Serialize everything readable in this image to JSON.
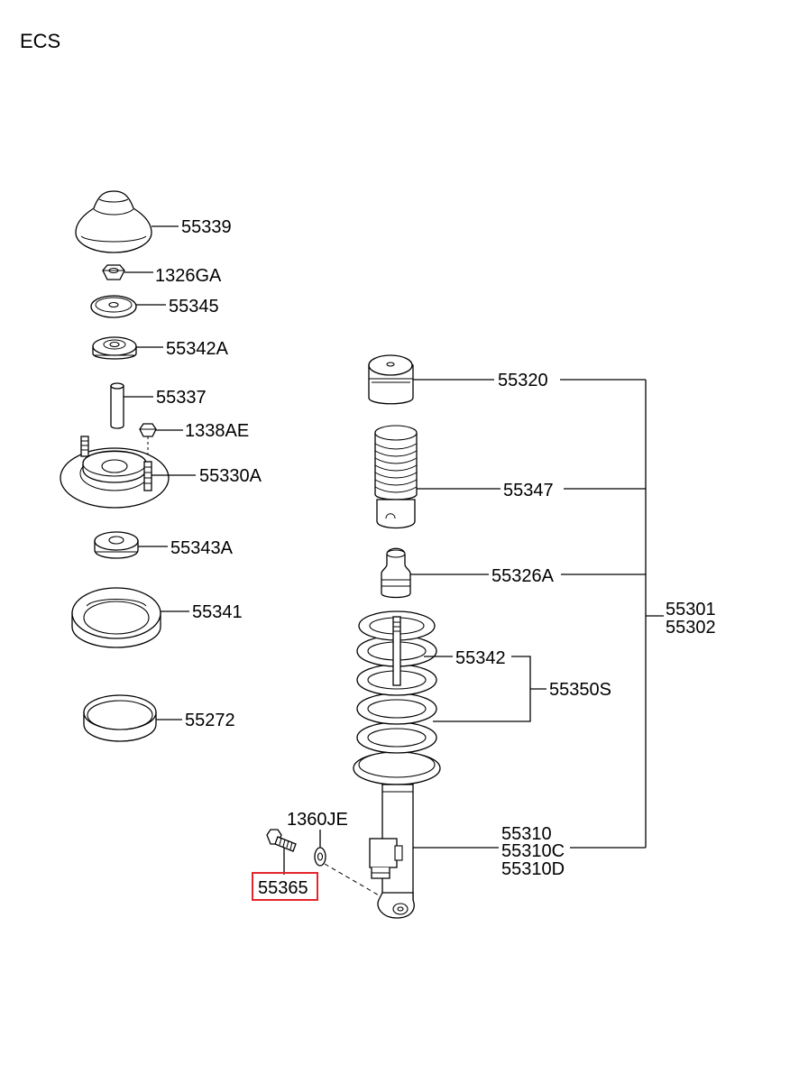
{
  "title": "ECS",
  "highlight_color": "#e3262b",
  "parts": {
    "p55339": "55339",
    "p1326GA": "1326GA",
    "p55345": "55345",
    "p55342A": "55342A",
    "p55337": "55337",
    "p1338AE": "1338AE",
    "p55330A": "55330A",
    "p55343A": "55343A",
    "p55341": "55341",
    "p55272": "55272",
    "p55320": "55320",
    "p55347": "55347",
    "p55326A": "55326A",
    "p55301": "55301",
    "p55302": "55302",
    "p55342": "55342",
    "p55350S": "55350S",
    "p55310": "55310",
    "p55310C": "55310C",
    "p55310D": "55310D",
    "p1360JE": "1360JE",
    "p55365": "55365"
  }
}
